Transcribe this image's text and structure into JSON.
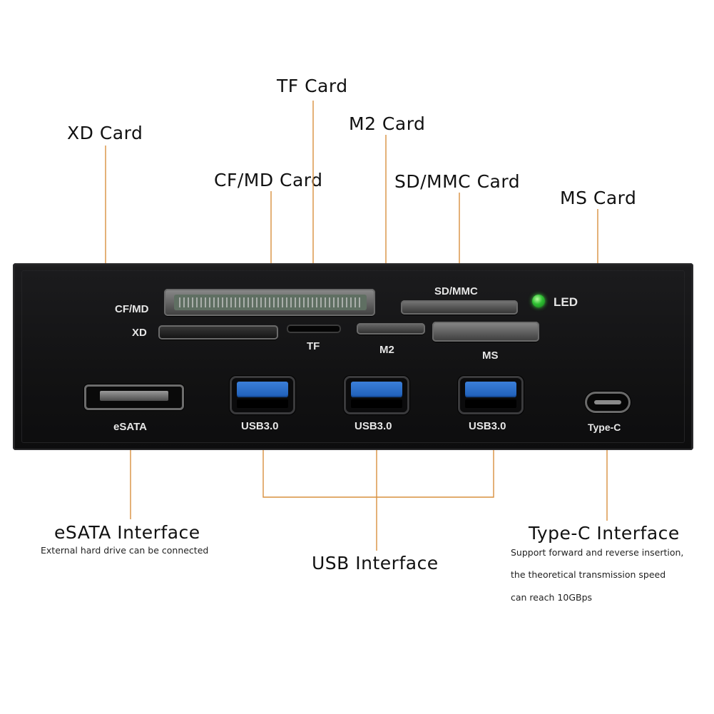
{
  "callouts": {
    "tf_card": "TF Card",
    "m2_card": "M2 Card",
    "xd_card": "XD Card",
    "cf_md_card": "CF/MD Card",
    "sd_mmc_card": "SD/MMC Card",
    "ms_card": "MS Card",
    "esata_interface": "eSATA Interface",
    "esata_note": "External hard drive can be connected",
    "usb_interface": "USB Interface",
    "typec_interface": "Type-C Interface",
    "typec_note_lines": [
      "Support forward and reverse insertion,",
      "the theoretical transmission speed",
      "can reach 10GBps"
    ]
  },
  "panel_labels": {
    "cf_md": "CF/MD",
    "xd": "XD",
    "tf": "TF",
    "m2": "M2",
    "sd_mmc": "SD/MMC",
    "ms": "MS",
    "led": "LED",
    "esata": "eSATA",
    "usb_ports": [
      "USB3.0",
      "USB3.0",
      "USB3.0"
    ],
    "type_c": "Type-C"
  },
  "colors": {
    "leader_line": "#d9903f",
    "panel": "#141415",
    "usb_blue": "#2f6fcf",
    "led_green": "#2fbf33"
  }
}
